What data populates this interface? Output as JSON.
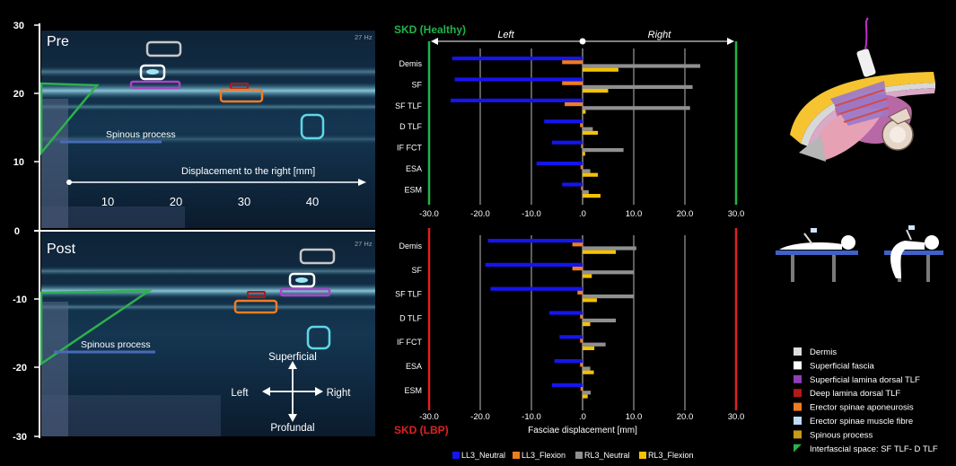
{
  "ultrasound": {
    "pre_label": "Pre",
    "post_label": "Post",
    "hz_label": "27 Hz",
    "spinous_label": "Spinous process",
    "displacement_label": "Displacement to the right [mm]",
    "y_ticks": [
      "30",
      "20",
      "10",
      "0",
      "-10",
      "-20",
      "-30"
    ],
    "x_ticks": [
      "10",
      "20",
      "30",
      "40"
    ],
    "directions": {
      "superficial": "Superficial",
      "profundal": "Profundal",
      "left": "Left",
      "right": "Right"
    }
  },
  "chart_data": [
    {
      "type": "bar",
      "title": "SKD (Healthy)",
      "title_color": "#1fb44a",
      "categories": [
        "Demis",
        "SF",
        "SF TLF",
        "D  TLF",
        "IF FCT",
        "ESA",
        "ESM"
      ],
      "direction_left": "Left",
      "direction_right": "Right",
      "xlim": [
        -30,
        30
      ],
      "tick_labels": [
        "-30.0",
        "-20.0",
        "-10.0",
        ".0",
        "10.0",
        "20.0",
        "30.0"
      ],
      "series": [
        {
          "name": "LL3_Neutral",
          "color": "#1515ee",
          "values": [
            -25.5,
            -25,
            -25.8,
            -7.5,
            -6,
            -9,
            -4
          ]
        },
        {
          "name": "LL3_Flexion",
          "color": "#f07d1c",
          "values": [
            -4,
            -4,
            -3.5,
            -0.5,
            -0.3,
            -0.4,
            -0.3
          ]
        },
        {
          "name": "RL3_Neutral",
          "color": "#909090",
          "values": [
            23,
            21.5,
            21,
            2,
            8,
            1.5,
            1.2
          ]
        },
        {
          "name": "RL3_Flexion",
          "color": "#f5c200",
          "values": [
            7,
            5,
            0.6,
            3,
            0.5,
            3,
            3.5
          ]
        }
      ]
    },
    {
      "type": "bar",
      "title": "SKD (LBP)",
      "title_color": "#e02020",
      "categories": [
        "Demis",
        "SF",
        "SF TLF",
        "D  TLF",
        "IF FCT",
        "ESA",
        "ESM"
      ],
      "xlabel": "Fasciae displacement [mm]",
      "xlim": [
        -30,
        30
      ],
      "tick_labels": [
        "-30.0",
        "-20.0",
        "-10.0",
        ".0",
        "10.0",
        "20.0",
        "30.0"
      ],
      "series": [
        {
          "name": "LL3_Neutral",
          "color": "#1515ee",
          "values": [
            -18.5,
            -19,
            -18,
            -6.5,
            -4.5,
            -5.5,
            -6
          ]
        },
        {
          "name": "LL3_Flexion",
          "color": "#f07d1c",
          "values": [
            -2,
            -2,
            -1,
            -0.5,
            -0.5,
            -0.5,
            -0.4
          ]
        },
        {
          "name": "RL3_Neutral",
          "color": "#909090",
          "values": [
            10.5,
            10,
            10,
            6.5,
            4.5,
            1.5,
            1.6
          ]
        },
        {
          "name": "RL3_Flexion",
          "color": "#f5c200",
          "values": [
            6.5,
            1.8,
            2.8,
            1.5,
            2.3,
            2.2,
            1
          ]
        }
      ]
    }
  ],
  "legend": {
    "items": [
      {
        "label": "Dermis",
        "color": "#dcdcdc"
      },
      {
        "label": "Superficial fascia",
        "color": "#ffffff"
      },
      {
        "label": "Superficial lamina dorsal TLF",
        "color": "#8f3fb6"
      },
      {
        "label": "Deep lamina dorsal TLF",
        "color": "#b11a1a"
      },
      {
        "label": "Erector spinae aponeurosis",
        "color": "#ef7d22"
      },
      {
        "label": "Erector spinae muscle fibre",
        "color": "#bcdcf5"
      },
      {
        "label": "Spinous process",
        "color": "#c79a17"
      },
      {
        "label": "Interfascial space: SF TLF- D TLF",
        "color": "#2db14d"
      }
    ]
  }
}
